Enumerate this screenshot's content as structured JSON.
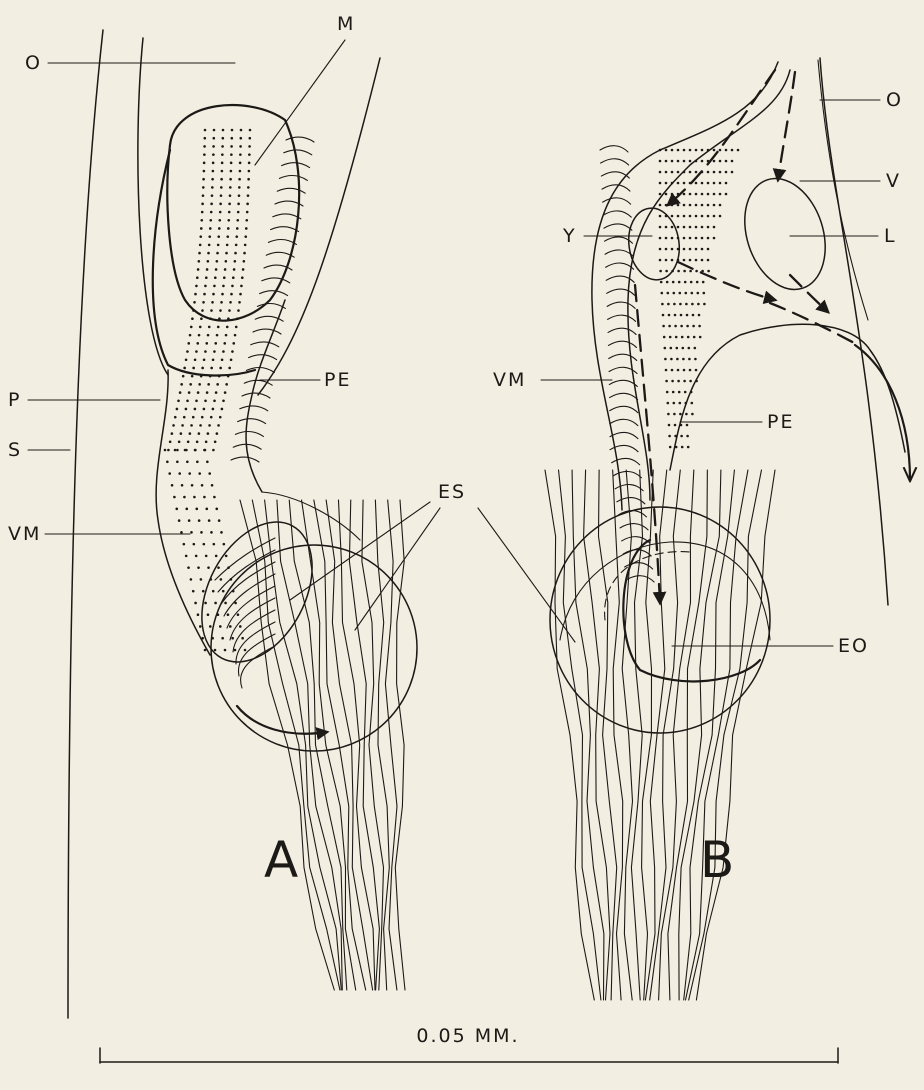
{
  "figure": {
    "panels": [
      "A",
      "B"
    ],
    "scale_label": "0.05 MM."
  },
  "labels_a": {
    "O": "O",
    "M": "M",
    "P": "P",
    "S": "S",
    "PE": "PE",
    "VM": "VM",
    "ES": "ES"
  },
  "labels_b": {
    "O": "O",
    "V": "V",
    "Y": "Y",
    "L": "L",
    "VM": "VM",
    "PE": "PE",
    "ES": "ES",
    "EO": "EO"
  },
  "colors": {
    "paper": "#f3eee2",
    "ink": "#1c1a17"
  }
}
